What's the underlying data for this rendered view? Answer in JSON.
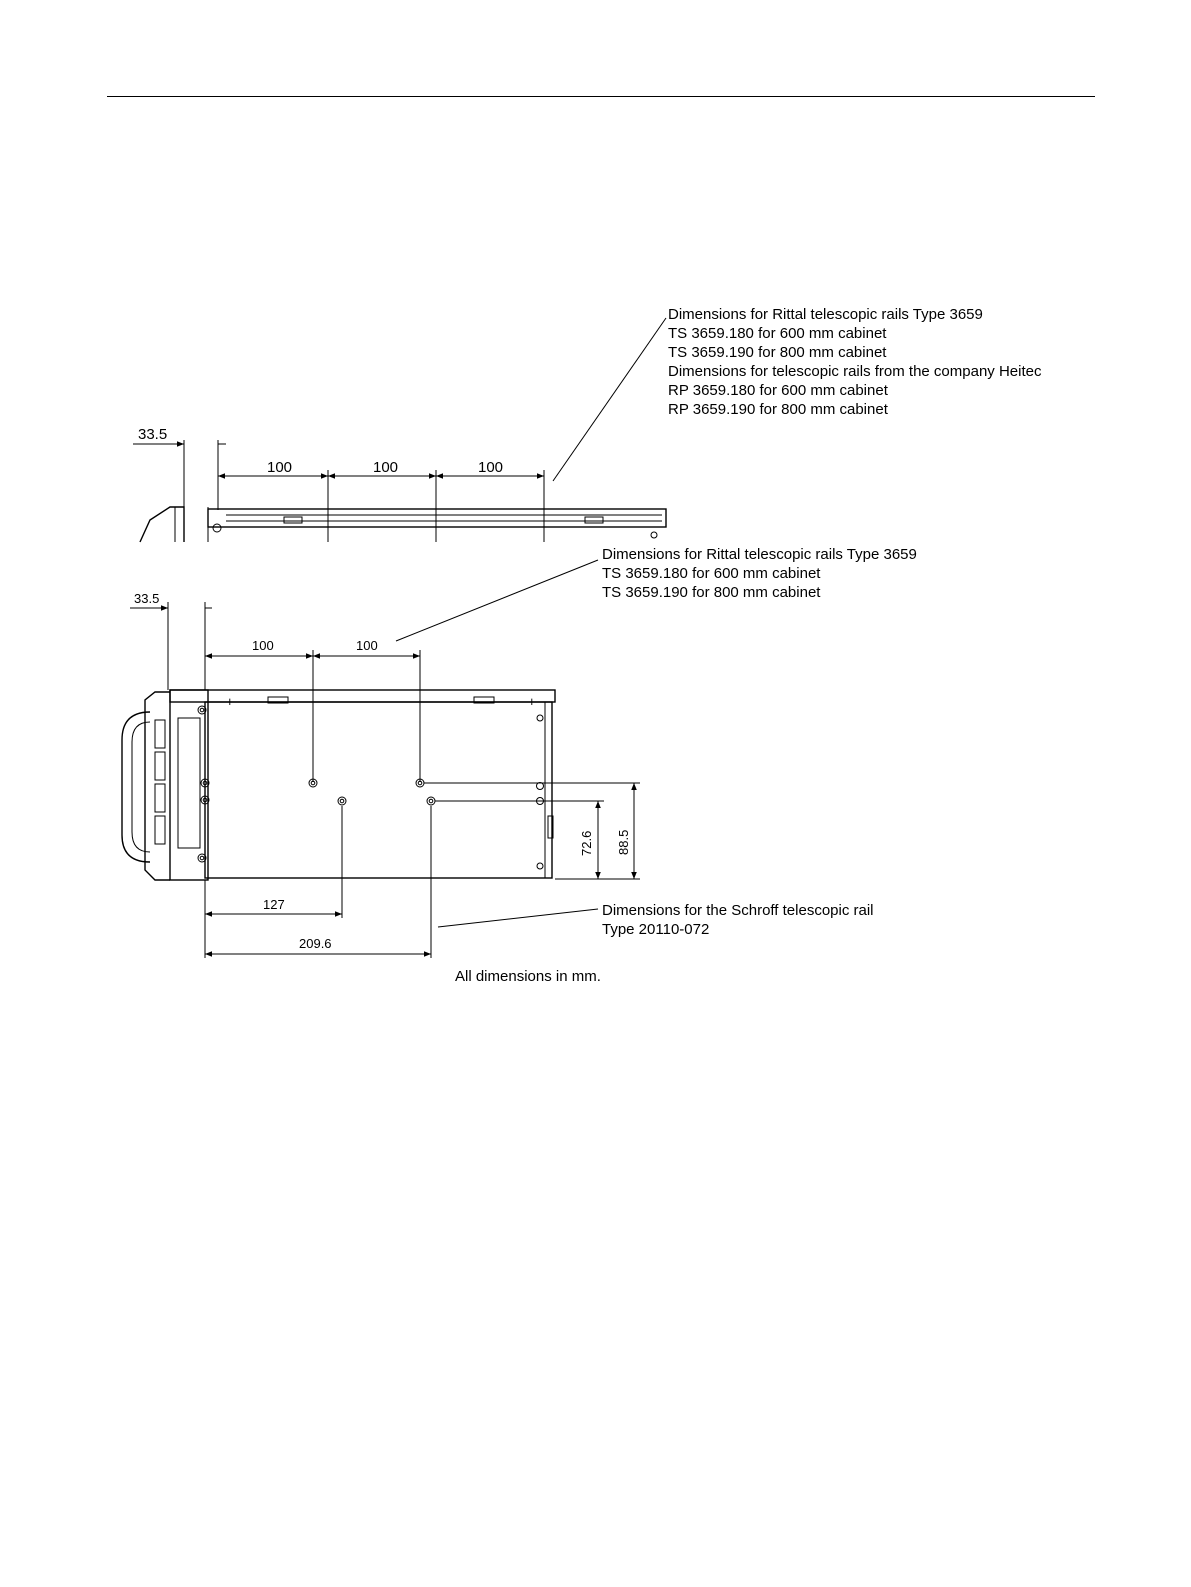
{
  "top_view": {
    "dim_offset": "33.5",
    "dim_a": "100",
    "dim_b": "100",
    "dim_c": "100",
    "callout": {
      "line1": "Dimensions for Rittal telescopic rails Type 3659",
      "line2": "TS 3659.180 for 600 mm cabinet",
      "line3": "TS 3659.190 for 800 mm cabinet",
      "line4": "Dimensions for telescopic rails from the company Heitec",
      "line5": "RP 3659.180 for 600 mm cabinet",
      "line6": "RP 3659.190 for 800 mm cabinet"
    }
  },
  "side_view": {
    "dim_offset": "33.5",
    "dim_a": "100",
    "dim_b": "100",
    "dim_127": "127",
    "dim_209": "209.6",
    "dim_72": "72.6",
    "dim_88": "88.5",
    "rittal_callout": {
      "line1": "Dimensions for Rittal telescopic rails Type 3659",
      "line2": "TS 3659.180 for 600 mm cabinet",
      "line3": "TS 3659.190 for 800 mm cabinet"
    },
    "schroff_callout": {
      "line1": "Dimensions for the Schroff telescopic rail",
      "line2": "Type 20110-072"
    }
  },
  "footnote": "All dimensions in mm."
}
